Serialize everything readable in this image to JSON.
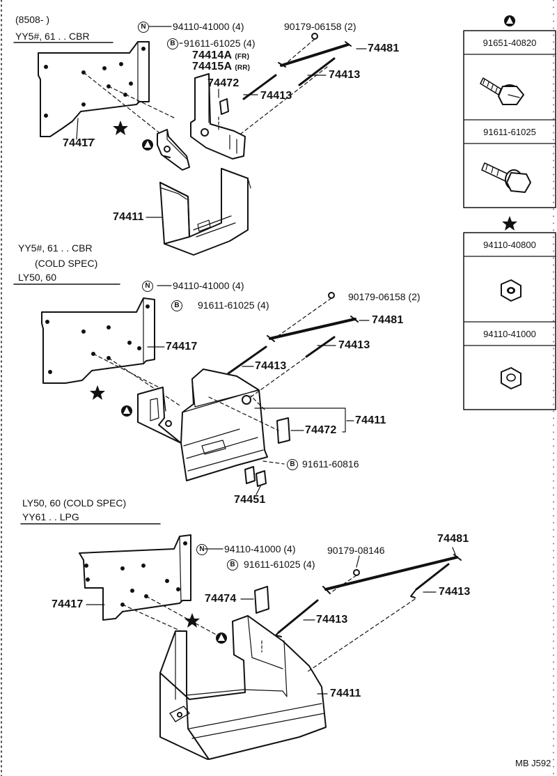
{
  "sections": [
    {
      "heading_lines": [
        "(8508-      )",
        "YY5#, 61 . . CBR"
      ]
    },
    {
      "heading_lines": [
        "YY5#, 61 . . CBR",
        "(COLD SPEC)",
        "LY50, 60"
      ]
    },
    {
      "heading_lines": [
        "LY50, 60 (COLD SPEC)",
        "YY61 . . LPG"
      ]
    }
  ],
  "markers": {
    "N": "N",
    "B": "B",
    "A": "A"
  },
  "labels": {
    "s1": {
      "n_part": "94110-41000 (4)",
      "b_part": "91611-61025 (4)",
      "bolt_top": "90179-06158 (2)",
      "p74481": "74481",
      "p74414a": "74414A",
      "p74414a_tag": "(FR)",
      "p74415a": "74415A",
      "p74415a_tag": "(RR)",
      "p74472": "74472",
      "p74413a": "74413",
      "p74413b": "74413",
      "p74417": "74417",
      "p74411": "74411"
    },
    "s2": {
      "n_part": "94110-41000 (4)",
      "b_part": "91611-61025 (4)",
      "bolt_top": "90179-06158 (2)",
      "p74481": "74481",
      "p74413a": "74413",
      "p74413b": "74413",
      "p74417": "74417",
      "p74411": "74411",
      "p74472": "74472",
      "b_part2": "91611-60816",
      "p74451": "74451"
    },
    "s3": {
      "n_part": "94110-41000 (4)",
      "b_part": "91611-61025 (4)",
      "bolt_top": "90179-08146",
      "p74481": "74481",
      "p74413a": "74413",
      "p74413b": "74413",
      "p74417": "74417",
      "p74474": "74474",
      "p74411": "74411"
    }
  },
  "table_a": {
    "marker": "A",
    "rows": [
      "91651-40820",
      "91611-61025"
    ]
  },
  "table_star": {
    "marker": "★",
    "rows": [
      "94110-40800",
      "94110-41000"
    ]
  },
  "footer": "MB J592"
}
